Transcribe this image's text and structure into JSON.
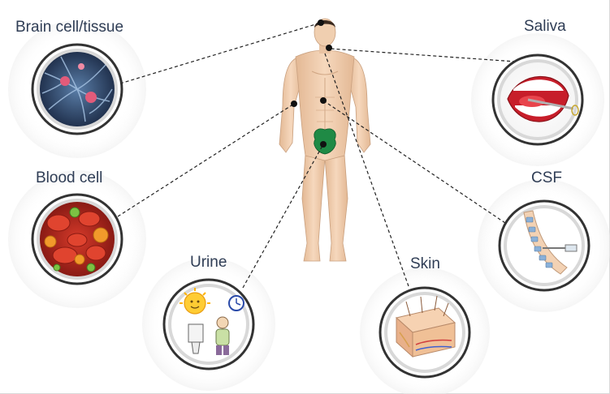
{
  "labels": {
    "brain": "Brain cell/tissue",
    "blood": "Blood cell",
    "urine": "Urine",
    "skin": "Skin",
    "csf": "CSF",
    "saliva": "Saliva"
  },
  "colors": {
    "label_text": "#2f3d55",
    "connector": "#222222",
    "ring_outer": "#333333",
    "ring_inner": "#d8d8d8",
    "skin": "#f0cfb0",
    "fig_leaf": "#1f8a45"
  }
}
